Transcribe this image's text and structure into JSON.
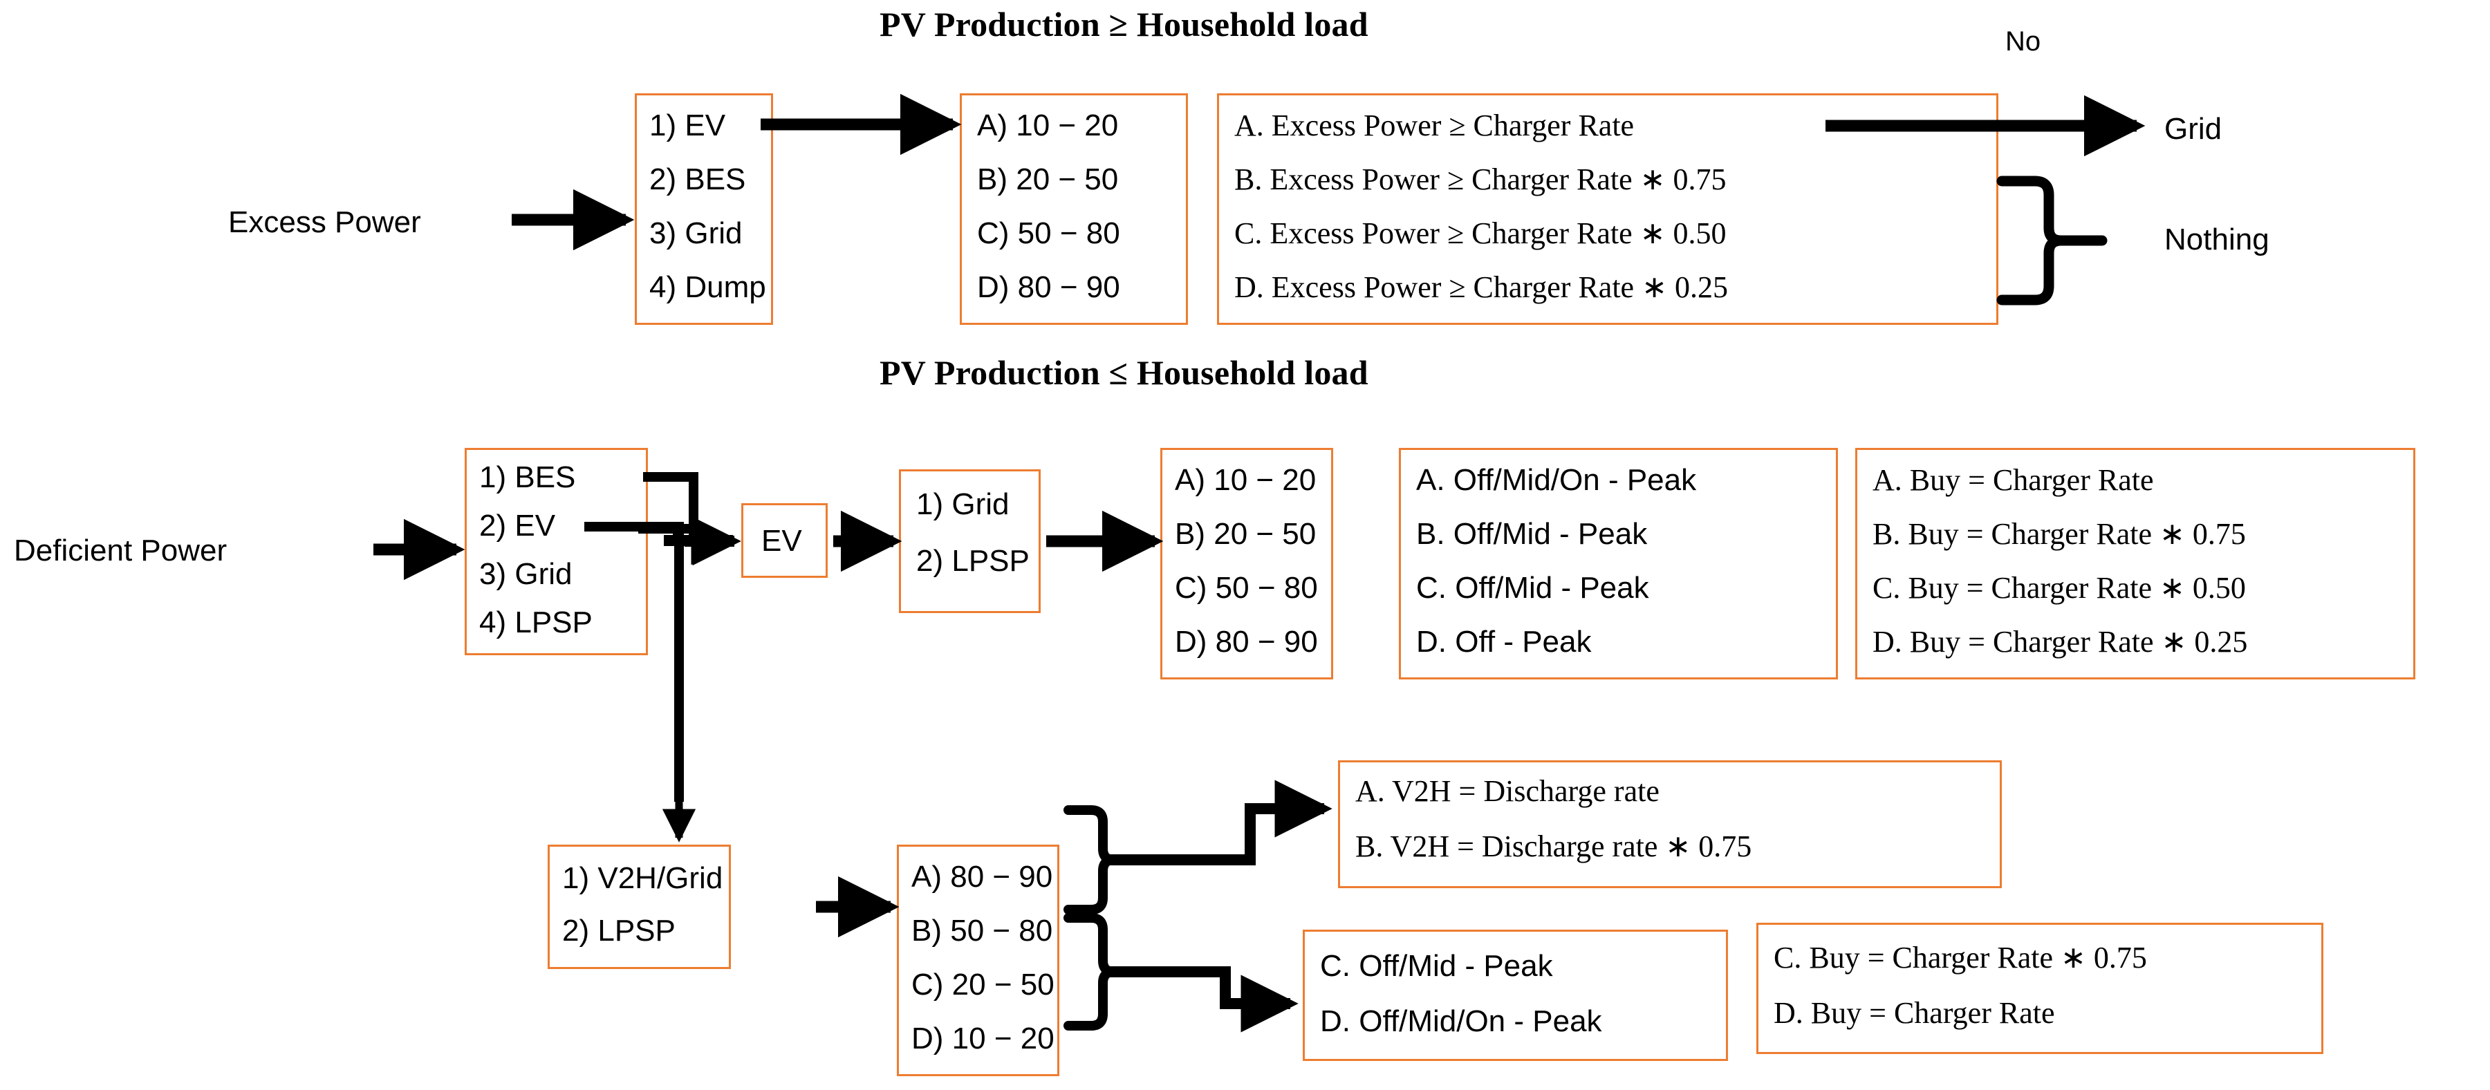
{
  "sections": [
    {
      "title": "PV Production ≥ Household load",
      "source_label": "Excess Power",
      "priority_box": {
        "rows": [
          "1) EV",
          "2) BES",
          "3) Grid",
          "4) Dump"
        ]
      },
      "range_box": {
        "rows": [
          "A) 10 − 20",
          "B) 20 − 50",
          "C) 50 − 80",
          "D) 80 − 90"
        ]
      },
      "condition_box": {
        "rows": [
          "A.   Excess Power  ≥ Charger Rate",
          "B.   Excess Power  ≥ Charger Rate ∗ 0.75",
          "C.   Excess Power  ≥ Charger Rate ∗ 0.50",
          "D.   Excess Power  ≥ Charger Rate ∗ 0.25"
        ]
      },
      "edge_label_no": "No",
      "outcome_grid": "Grid",
      "outcome_nothing": "Nothing"
    },
    {
      "title": "PV Production ≤ Household load",
      "source_label": "Deficient Power",
      "priority_box": {
        "rows": [
          "1) BES",
          "2) EV",
          "3) Grid",
          "4) LPSP"
        ]
      },
      "ev_box": {
        "rows": [
          "EV"
        ]
      },
      "grid_lpsp_box": {
        "rows": [
          "1) Grid",
          "2) LPSP"
        ]
      },
      "range_box": {
        "rows": [
          "A) 10 − 20",
          "B) 20 − 50",
          "C) 50 − 80",
          "D) 80 − 90"
        ]
      },
      "peak_box": {
        "rows": [
          "A.   Off/Mid/On - Peak",
          "B.   Off/Mid - Peak",
          "C.   Off/Mid - Peak",
          "D.   Off - Peak"
        ]
      },
      "buy_box": {
        "rows": [
          "A.   Buy = Charger Rate",
          "B.   Buy = Charger Rate ∗ 0.75",
          "C.   Buy = Charger Rate ∗ 0.50",
          "D.   Buy = Charger Rate ∗ 0.25"
        ]
      },
      "v2h_priority_box": {
        "rows": [
          "1) V2H/Grid",
          "2) LPSP"
        ]
      },
      "v2h_range_box": {
        "rows": [
          "A) 80 − 90",
          "B) 50 − 80",
          "C) 20 − 50",
          "D) 10 − 20"
        ]
      },
      "v2h_rate_box": {
        "rows": [
          "A.   V2H = Discharge rate",
          "B.   V2H =  Discharge rate ∗ 0.75"
        ]
      },
      "v2h_peak_box": {
        "rows": [
          "C. Off/Mid - Peak",
          "D. Off/Mid/On - Peak"
        ]
      },
      "v2h_buy_box": {
        "rows": [
          "C. Buy = Charger Rate  ∗ 0.75",
          "D. Buy = Charger Rate"
        ]
      }
    }
  ],
  "colors": {
    "box_border": "#ED7D31",
    "connector": "#000000",
    "background": "#FFFFFF"
  }
}
